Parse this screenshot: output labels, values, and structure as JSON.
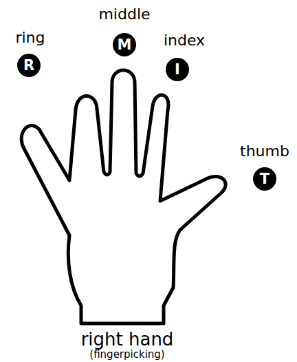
{
  "diagram": {
    "caption": "right hand",
    "nodes": [
      {
        "text": [
          "middle",
          "M"
        ]
      },
      {
        "text": [
          "ring",
          "R"
        ]
      },
      {
        "text": [
          "index",
          "I"
        ]
      },
      {
        "text": [
          "thumb",
          "T"
        ]
      }
    ],
    "labels": [
      "(fingerpicking)"
    ]
  }
}
